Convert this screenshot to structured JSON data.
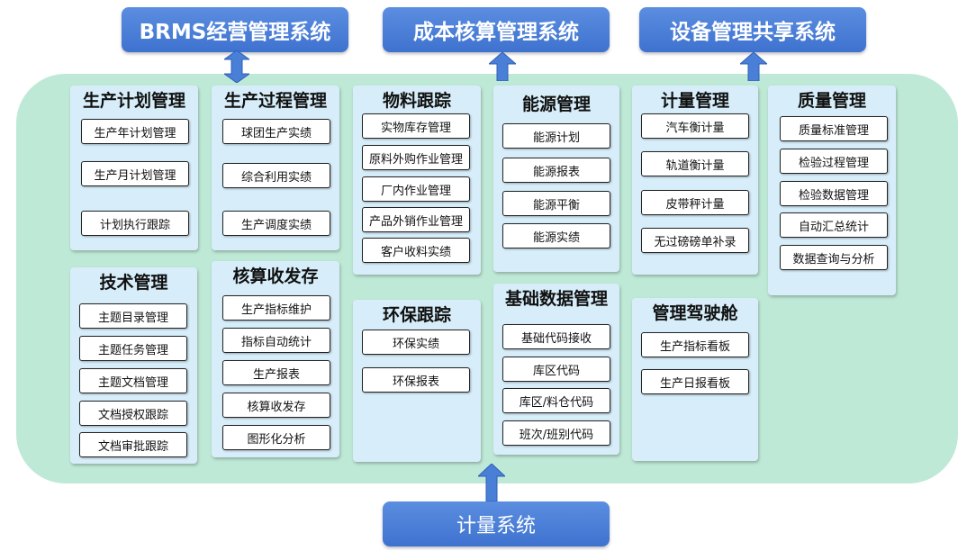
{
  "systems": {
    "brms": "BRMS经营管理系统",
    "cost": "成本核算管理系统",
    "equipment": "设备管理共享系统",
    "metering": "计量系统"
  },
  "panels": {
    "production_plan": {
      "title": "生产计划管理",
      "items": [
        "生产年计划管理",
        "生产月计划管理",
        "计划执行跟踪"
      ]
    },
    "production_process": {
      "title": "生产过程管理",
      "items": [
        "球团生产实绩",
        "综合利用实绩",
        "生产调度实绩"
      ]
    },
    "material_tracking": {
      "title": "物料跟踪",
      "items": [
        "实物库存管理",
        "原料外购作业管理",
        "厂内作业管理",
        "产品外销作业管理",
        "客户收料实绩"
      ]
    },
    "energy": {
      "title": "能源管理",
      "items": [
        "能源计划",
        "能源报表",
        "能源平衡",
        "能源实绩"
      ]
    },
    "metering_mgmt": {
      "title": "计量管理",
      "items": [
        "汽车衡计量",
        "轨道衡计量",
        "皮带秤计量",
        "无过磅磅单补录"
      ]
    },
    "quality": {
      "title": "质量管理",
      "items": [
        "质量标准管理",
        "检验过程管理",
        "检验数据管理",
        "自动汇总统计",
        "数据查询与分析"
      ]
    },
    "technology": {
      "title": "技术管理",
      "items": [
        "主题目录管理",
        "主题任务管理",
        "主题文档管理",
        "文档授权跟踪",
        "文档审批跟踪"
      ]
    },
    "accounting": {
      "title": "核算收发存",
      "items": [
        "生产指标维护",
        "指标自动统计",
        "生产报表",
        "核算收发存",
        "图形化分析"
      ]
    },
    "environmental": {
      "title": "环保跟踪",
      "items": [
        "环保实绩",
        "环保报表"
      ]
    },
    "basic_data": {
      "title": "基础数据管理",
      "items": [
        "基础代码接收",
        "库区代码",
        "库区/料仓代码",
        "班次/班别代码"
      ]
    },
    "cockpit": {
      "title": "管理驾驶舱",
      "items": [
        "生产指标看板",
        "生产日报看板"
      ]
    }
  },
  "colors": {
    "system_box": "#4a7fd8",
    "background_region": "#bfe9d7",
    "panel": "#d7eefa",
    "item_box": "#ffffff"
  }
}
